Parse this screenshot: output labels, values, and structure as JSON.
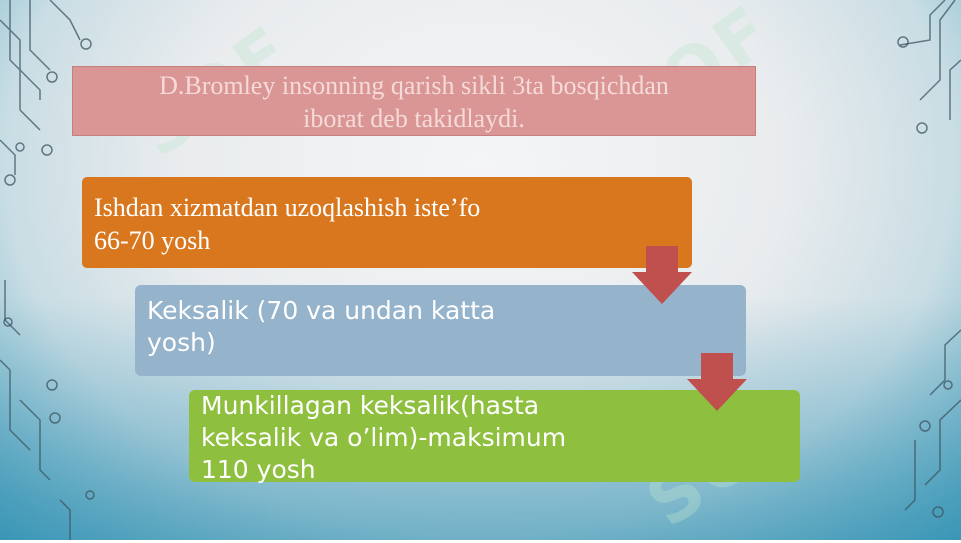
{
  "title": {
    "line1": "D.Bromley insonning qarish sikli 3ta bosqichdan",
    "line2": "iborat deb takidlaydi."
  },
  "steps": [
    {
      "line1": "Ishdan xizmatdan uzoqlashish iste’fo",
      "line2": "66-70 yosh",
      "line3": ""
    },
    {
      "line1": "Keksalik  (70 va undan katta",
      "line2": "yosh)",
      "line3": ""
    },
    {
      "line1": "Munkillagan keksalik(hasta",
      "line2": "keksalik va o’lim)-maksimum",
      "line3": "110 yosh"
    }
  ],
  "colors": {
    "title_fill": "#d99694",
    "step1": "#d9771f",
    "step2": "#95b3cb",
    "step3": "#8ebf3e",
    "arrow": "#c0504d"
  },
  "watermark": "SOF"
}
